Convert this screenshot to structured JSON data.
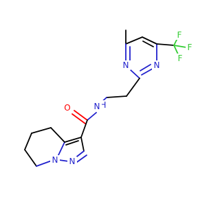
{
  "molecule": {
    "colors": {
      "bond": "#000000",
      "nitrogen": "#1f1fcc",
      "oxygen": "#ff0000",
      "fluorine": "#33cc33",
      "background": "#ffffff"
    },
    "atoms": {
      "f1": "F",
      "f2": "F",
      "f3": "F",
      "pyrimidine_n1": "N",
      "pyrimidine_n3": "N",
      "amide_nh": "H",
      "amide_n": "N",
      "carbonyl_o": "O",
      "pyrazole_n1": "N",
      "pyrazole_n2": "N"
    }
  }
}
